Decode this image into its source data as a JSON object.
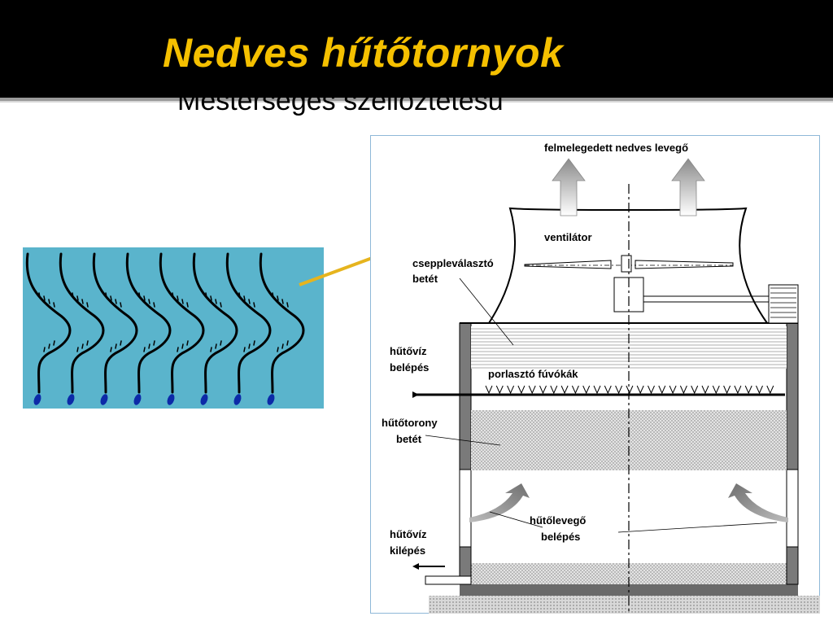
{
  "slide": {
    "title": "Nedves hűtőtornyok",
    "subtitle": "Mesterséges szellőztetésű"
  },
  "diagram": {
    "labels": {
      "top_air": "felmelegedett nedves levegő",
      "fan": "ventilátor",
      "drift_eliminator_line1": "csepple­vála­sztó",
      "drift_eliminator_line2": "betét",
      "water_in_line1": "hűtővíz",
      "water_in_line2": "belépés",
      "nozzles": "porlasztó fúvókák",
      "fill_line1": "hűtőtorony",
      "fill_line2": "betét",
      "air_in_line1": "hűtőlevegő",
      "air_in_line2": "belépés",
      "water_out_line1": "hűtővíz",
      "water_out_line2": "kilépés"
    }
  },
  "colors": {
    "title": "#f5c000",
    "fill_background": "#5ab4cc",
    "connector": "#e6b41e"
  }
}
